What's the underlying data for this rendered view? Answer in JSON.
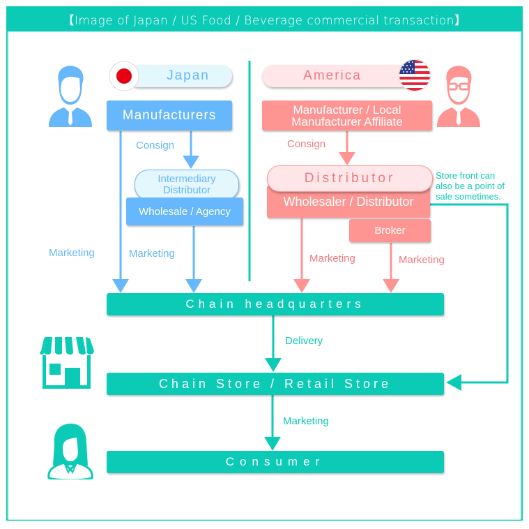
{
  "header": {
    "title": "【Image of Japan / US Food / Beverage commercial transaction】"
  },
  "japan": {
    "country_label": "Japan",
    "manufacturers": "Manufacturers",
    "consign_label": "Consign",
    "intermediary": "Intermediary Distributor",
    "intermediary_line1": "Intermediary",
    "intermediary_line2": "Distributor",
    "wholesale": "Wholesale / Agency",
    "marketing_left": "Marketing",
    "marketing_right": "Marketing",
    "icons": {
      "person": "businessman-icon",
      "flag": "japan-flag-icon"
    }
  },
  "america": {
    "country_label": "America",
    "manufacturer_line1": "Manufacturer / Local",
    "manufacturer_line2": "Manufacturer Affiliate",
    "consign_label": "Consign",
    "distributor": "Distributor",
    "wholesaler": "Wholesaler / Distributor",
    "broker": "Broker",
    "marketing_left": "Marketing",
    "marketing_right": "Marketing",
    "note_line1": "Store front can",
    "note_line2": "also be a point of",
    "note_line3": "sale sometimes.",
    "icons": {
      "person": "businessman-glasses-icon",
      "flag": "usa-flag-icon"
    }
  },
  "flow": {
    "chain_hq": "Chain headquarters",
    "delivery_label": "Delivery",
    "chain_store": "Chain Store / Retail Store",
    "marketing_label": "Marketing",
    "consumer": "Consumer",
    "icons": {
      "store": "storefront-icon",
      "consumer": "woman-icon"
    }
  },
  "colors": {
    "teal": "#0ccbb6",
    "blue": "#66b7fb",
    "pink": "#ff9593",
    "light_blue": "#e3f7fd",
    "light_pink": "#ffe6e8"
  }
}
